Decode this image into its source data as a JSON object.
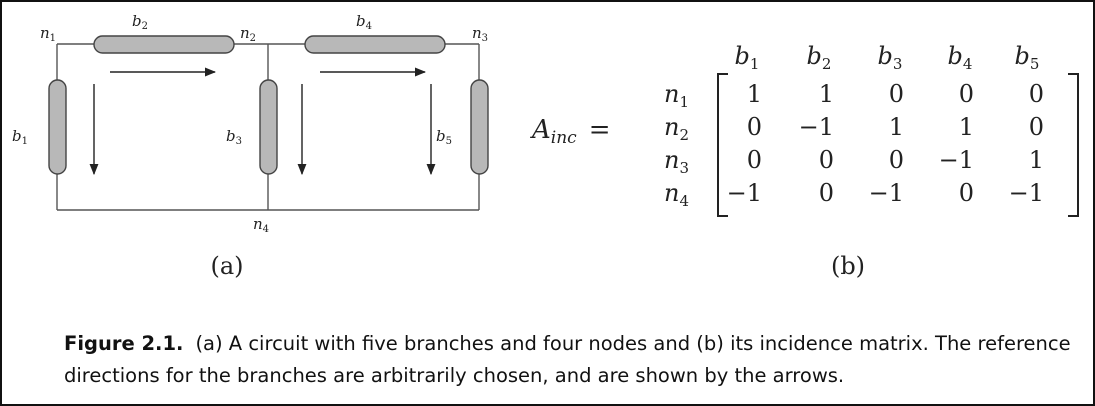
{
  "circuit": {
    "nodes": {
      "n1": {
        "base": "n",
        "sub": "1"
      },
      "n2": {
        "base": "n",
        "sub": "2"
      },
      "n3": {
        "base": "n",
        "sub": "3"
      },
      "n4": {
        "base": "n",
        "sub": "4"
      }
    },
    "branches": {
      "b1": {
        "base": "b",
        "sub": "1"
      },
      "b2": {
        "base": "b",
        "sub": "2"
      },
      "b3": {
        "base": "b",
        "sub": "3"
      },
      "b4": {
        "base": "b",
        "sub": "4"
      },
      "b5": {
        "base": "b",
        "sub": "5"
      }
    },
    "panel_label": "(a)"
  },
  "matrix": {
    "symbol": {
      "base": "A",
      "sub": "inc",
      "equals": "="
    },
    "col_headers": [
      {
        "base": "b",
        "sub": "1"
      },
      {
        "base": "b",
        "sub": "2"
      },
      {
        "base": "b",
        "sub": "3"
      },
      {
        "base": "b",
        "sub": "4"
      },
      {
        "base": "b",
        "sub": "5"
      }
    ],
    "rows": [
      {
        "label": {
          "base": "n",
          "sub": "1"
        },
        "values": [
          "1",
          "1",
          "0",
          "0",
          "0"
        ]
      },
      {
        "label": {
          "base": "n",
          "sub": "2"
        },
        "values": [
          "0",
          "−1",
          "1",
          "1",
          "0"
        ]
      },
      {
        "label": {
          "base": "n",
          "sub": "3"
        },
        "values": [
          "0",
          "0",
          "0",
          "−1",
          "1"
        ]
      },
      {
        "label": {
          "base": "n",
          "sub": "4"
        },
        "values": [
          "−1",
          "0",
          "−1",
          "0",
          "−1"
        ]
      }
    ],
    "panel_label": "(b)"
  },
  "caption": {
    "label": "Figure 2.1.",
    "text": "(a) A circuit with five branches and four nodes and (b) its incidence matrix. The reference directions for the branches are arbitrarily chosen, and are shown by the arrows."
  },
  "colors": {
    "resistor_fill": "#b8b8b8",
    "resistor_stroke": "#444444",
    "wire": "#555555"
  }
}
